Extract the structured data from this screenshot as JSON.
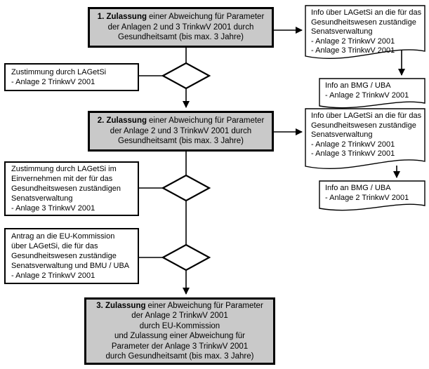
{
  "diagram": {
    "title": "TrinkwV 2001 Abweichungs-Zulassung Ablaufdiagramm",
    "colors": {
      "process_fill": "#c9c9c9",
      "line": "#000000",
      "background": "#ffffff"
    },
    "process_boxes": [
      {
        "lead": "1. Zulassung",
        "rest": "einer Abweichung für Parameter\nder Anlagen 2 und 3 TrinkwV 2001 durch\nGesundheitsamt (bis max. 3 Jahre)"
      },
      {
        "lead": "2. Zulassung",
        "rest": "einer Abweichung für Parameter\nder Anlage 2 und 3 TrinkwV 2001 durch\nGesundheitsamt (bis max. 3 Jahre)"
      },
      {
        "lead": "3. Zulassung",
        "rest": "einer Abweichung für Parameter\nder Anlage 2 TrinkwV 2001\ndurch EU-Kommission\nund Zulassung einer Abweichung für\nParameter der Anlage 3 TrinkwV 2001\ndurch Gesundheitsamt (bis max. 3 Jahre)"
      }
    ],
    "side_boxes": [
      {
        "text": "Zustimmung durch LAGetSi\n- Anlage 2 TrinkwV 2001"
      },
      {
        "text": "Zustimmung durch LAGetSi im\nEinvernehmen mit der für das\nGesundheitswesen zuständigen\nSenatsverwaltung\n- Anlage 3 TrinkwV 2001"
      },
      {
        "text": "Antrag an die EU-Kommission\nüber LAGetSi, die für das\nGesundheitswesen zuständige\nSenatsverwaltung und BMU / UBA\n- Anlage 2 TrinkwV 2001"
      }
    ],
    "documents": [
      {
        "text": "Info über LAGetSi an die für das\nGesundheitswesen zuständige\nSenatsverwaltung\n- Anlage 2 TrinkwV 2001\n- Anlage 3 TrinkwV 2001"
      },
      {
        "text": "Info an BMG / UBA\n- Anlage 2 TrinkwV 2001"
      },
      {
        "text": "Info über LAGetSi an die für das\nGesundheitswesen zuständige\nSenatsverwaltung\n- Anlage 2 TrinkwV 2001\n- Anlage 3 TrinkwV 2001"
      },
      {
        "text": "Info an BMG / UBA\n- Anlage 2 TrinkwV 2001"
      }
    ]
  }
}
